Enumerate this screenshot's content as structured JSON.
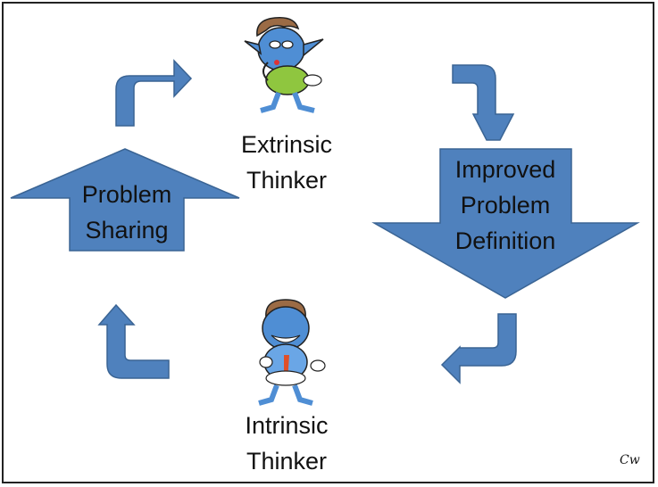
{
  "diagram": {
    "arrow_color": "#4f81bd",
    "arrow_stroke": "#3a6494",
    "problem_sharing": {
      "line1": "Problem",
      "line2": "Sharing"
    },
    "improved_definition": {
      "line1": "Improved",
      "line2": "Problem",
      "line3": "Definition"
    },
    "extrinsic": {
      "line1": "Extrinsic",
      "line2": "Thinker",
      "icon": "blue-cartoon-thinker-extrinsic"
    },
    "intrinsic": {
      "line1": "Intrinsic",
      "line2": "Thinker",
      "icon": "blue-cartoon-thinker-intrinsic"
    },
    "signature": "Cw"
  }
}
